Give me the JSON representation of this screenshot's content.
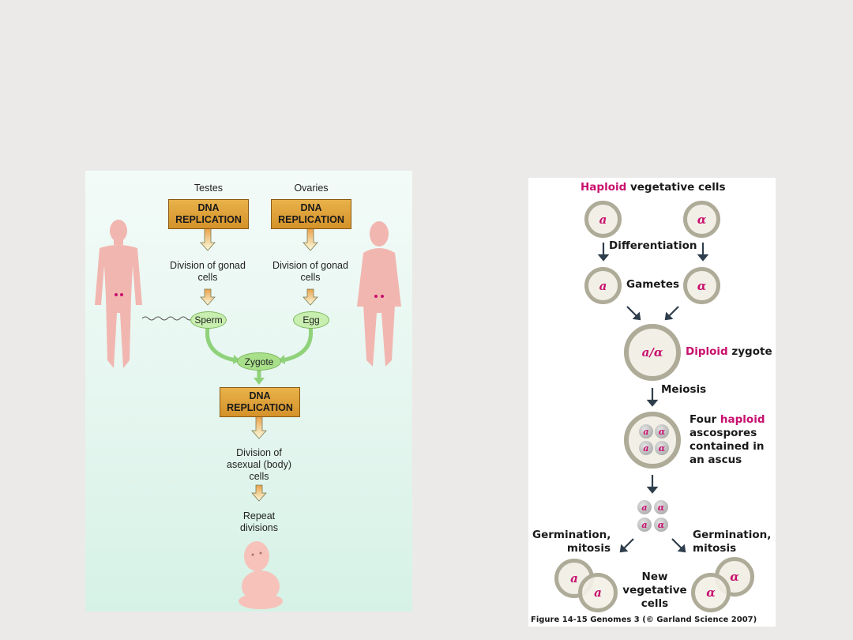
{
  "left_diagram": {
    "testes_label": "Testes",
    "ovaries_label": "Ovaries",
    "dna_box_line1": "DNA",
    "dna_box_line2": "REPLICATION",
    "gonad_div_line1": "Division of gonad",
    "gonad_div_line2": "cells",
    "sperm_label": "Sperm",
    "egg_label": "Egg",
    "zygote_label": "Zygote",
    "asexual_line1": "Division of",
    "asexual_line2": "asexual (body)",
    "asexual_line3": "cells",
    "repeat_line1": "Repeat",
    "repeat_line2": "divisions",
    "colors": {
      "dna_box": "#dca23a",
      "oval": "#c8eeb0",
      "body": "#f2b6b0",
      "background": "#e3f5ee"
    }
  },
  "right_diagram": {
    "title_highlight": "Haploid",
    "title_rest": " vegetative cells",
    "allele_a": "a",
    "allele_alpha": "α",
    "differentiation_label": "Differentiation",
    "gametes_label": "Gametes",
    "zygote_text": "a/α",
    "diploid_highlight": "Diploid",
    "diploid_rest": " zygote",
    "meiosis_label": "Meiosis",
    "four_prefix": "Four ",
    "four_highlight": "haploid",
    "ascospores_line2": "ascospores",
    "ascospores_line3": "contained in",
    "ascospores_line4": "an ascus",
    "germ_left_line1": "Germination,",
    "germ_left_line2": "mitosis",
    "germ_right_line1": "Germination,",
    "germ_right_line2": "mitosis",
    "new_line1": "New",
    "new_line2": "vegetative",
    "new_line3": "cells",
    "caption": "Figure 14-15  Genomes 3 (© Garland Science 2007)",
    "colors": {
      "highlight": "#c8106e",
      "cell_border": "#aeab98",
      "arrow": "#2f3e4c"
    }
  }
}
